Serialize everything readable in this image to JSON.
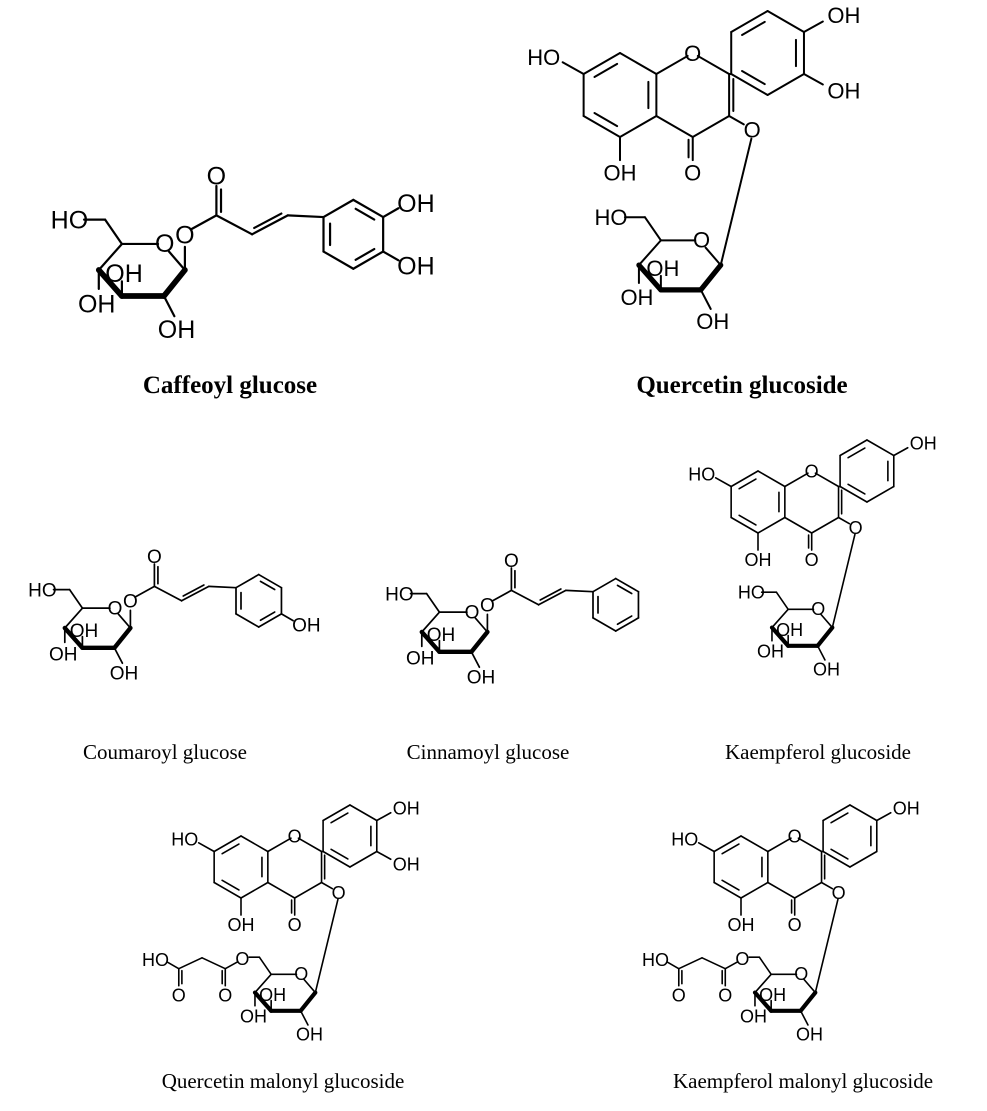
{
  "captions": {
    "caffeoyl": "Caffeoyl glucose",
    "quercetin": "Quercetin glucoside",
    "coumaroyl": "Coumaroyl glucose",
    "cinnamoyl": "Cinnamoyl glucose",
    "kaempferol": "Kaempferol glucoside",
    "quercetin_malonyl": "Quercetin malonyl glucoside",
    "kaempferol_malonyl": "Kaempferol malonyl glucoside"
  },
  "atoms": {
    "OH": "OH",
    "HO": "HO",
    "O": "O"
  }
}
